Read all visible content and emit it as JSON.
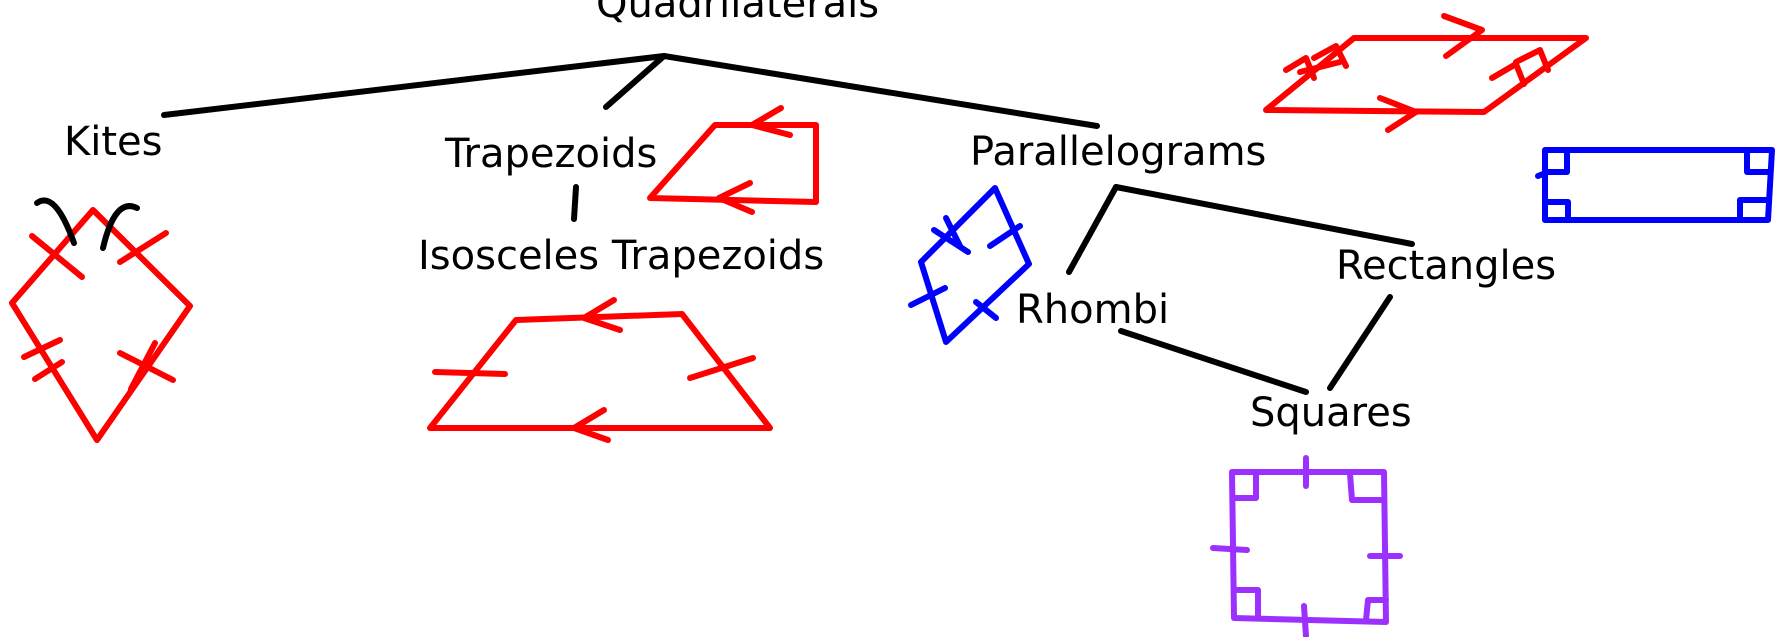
{
  "diagram": {
    "nodes": {
      "quadrilaterals": "Quadrilaterals",
      "kites": "Kites",
      "trapezoids": "Trapezoids",
      "isosceles_trapezoids": "Isosceles Trapezoids",
      "parallelograms": "Parallelograms",
      "rhombi": "Rhombi",
      "rectangles": "Rectangles",
      "squares": "Squares"
    },
    "colors": {
      "connector": "#000000",
      "kite": "#ff0000",
      "trapezoid": "#ff0000",
      "isosceles_trapezoid": "#ff0000",
      "parallelogram": "#ff0000",
      "rhombus": "#0000ff",
      "rectangle": "#0000ff",
      "square": "#9b30ff"
    }
  }
}
